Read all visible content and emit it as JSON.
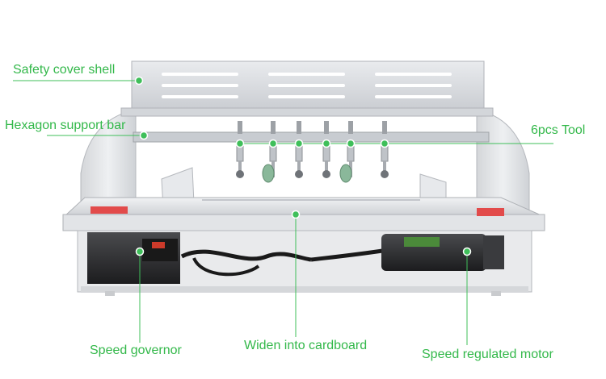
{
  "theme": {
    "label_color": "#33b84a",
    "leader_color": "#3fbf5a",
    "machine_body": "#e4e6e9",
    "machine_shadow": "#b9bcc1",
    "motor_color": "#2a2a2c"
  },
  "labels": {
    "safety_cover": "Safety cover shell",
    "hexagon_bar": "Hexagon support bar",
    "tools": "6pcs Tool",
    "governor": "Speed governor",
    "cardboard": "Widen into cardboard",
    "motor": "Speed regulated motor"
  },
  "icons": {
    "callout_dot": "green-dot-icon"
  }
}
